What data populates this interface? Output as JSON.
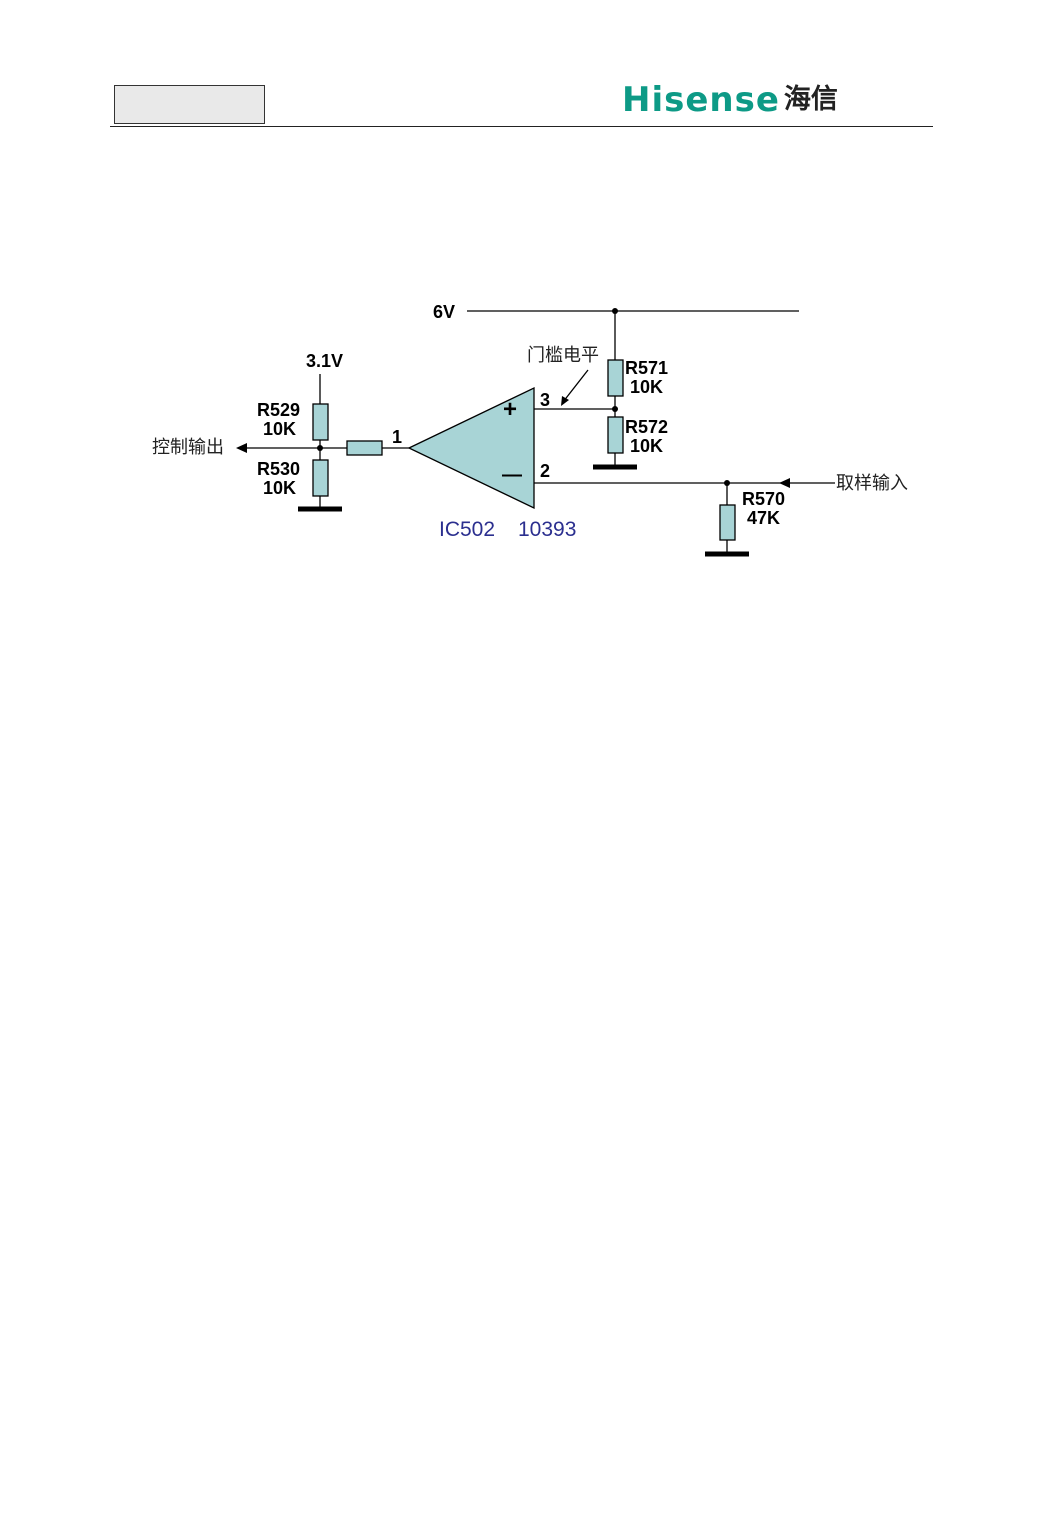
{
  "header": {
    "logo_en": "Hisense",
    "logo_cn": "海信",
    "brand_color": "#0d9a86"
  },
  "diagram": {
    "supply_6v": "6V",
    "supply_3v1": "3.1V",
    "threshold_label": "门槛电平",
    "control_output": "控制输出",
    "sample_input": "取样输入",
    "r529": {
      "name": "R529",
      "value": "10K"
    },
    "r530": {
      "name": "R530",
      "value": "10K"
    },
    "r571": {
      "name": "R571",
      "value": "10K"
    },
    "r572": {
      "name": "R572",
      "value": "10K"
    },
    "r570": {
      "name": "R570",
      "value": "47K"
    },
    "pin1": "1",
    "pin2": "2",
    "pin3": "3",
    "plus": "+",
    "minus": "—",
    "ic_name": "IC502",
    "ic_part": "10393",
    "component_fill": "#a8d4d6",
    "ic_label_color": "#2b2f8f"
  }
}
